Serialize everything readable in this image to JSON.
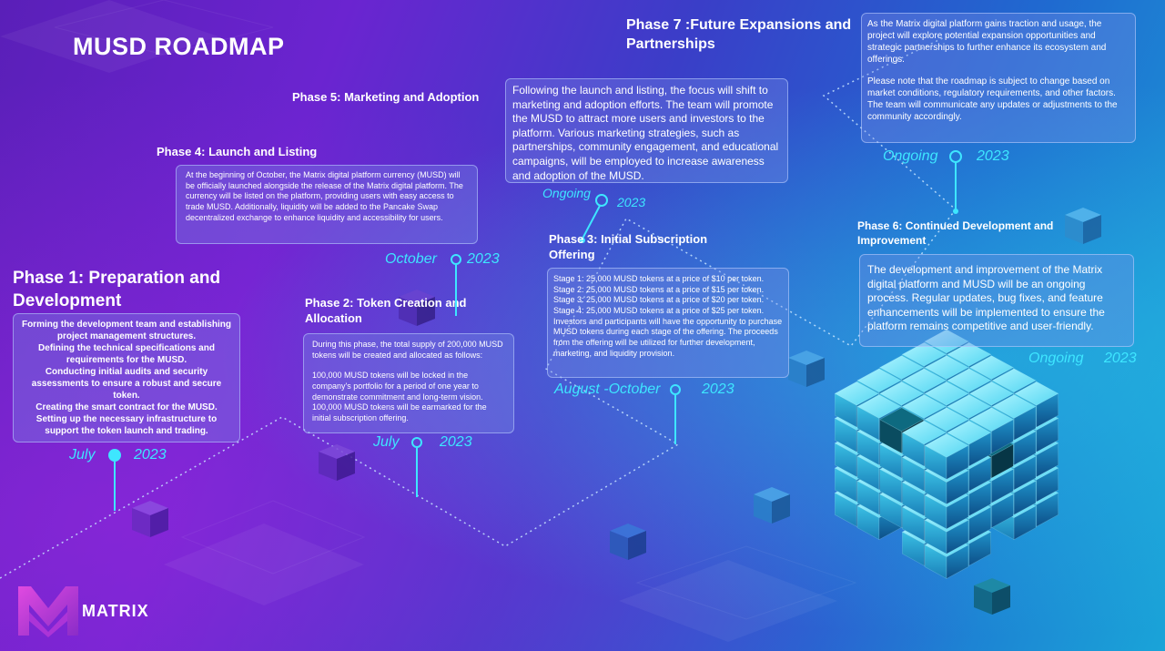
{
  "title": "MUSD ROADMAP",
  "phases": {
    "p1": {
      "heading": "Phase 1: Preparation and Development",
      "items": [
        "Forming the development team and establishing project management structures.",
        "Defining the technical specifications and requirements for the MUSD.",
        "Conducting initial audits and security assessments to ensure a robust and secure token.",
        "Creating the smart contract for the MUSD.",
        "Setting up the necessary infrastructure to support the token launch and trading."
      ],
      "month": "July",
      "year": "2023"
    },
    "p2": {
      "heading": "Phase 2: Token Creation and Allocation",
      "para1": "During this phase, the total supply of 200,000 MUSD tokens will be created and allocated as follows:",
      "para2": "100,000 MUSD tokens will be locked in the company's portfolio for a period of one year to demonstrate commitment and long-term vision. 100,000 MUSD tokens will be earmarked for the initial subscription offering.",
      "month": "July",
      "year": "2023"
    },
    "p3": {
      "heading": "Phase 3: Initial Subscription Offering",
      "stages": [
        "Stage 1: 25,000 MUSD tokens at a price of $10 per token.",
        "Stage 2: 25,000 MUSD tokens at a price of $15 per token.",
        "Stage 3: 25,000 MUSD tokens at a price of $20 per token.",
        "Stage 4: 25,000 MUSD tokens at a price of $25 per token."
      ],
      "text": "Investors and participants will have the opportunity to purchase MUSD tokens during each stage of the offering. The proceeds from the offering will be utilized for further development, marketing, and liquidity provision.",
      "month": "August -October",
      "year": "2023"
    },
    "p4": {
      "heading": "Phase 4: Launch and Listing",
      "text": "At the beginning of October, the Matrix digital platform currency (MUSD) will be officially launched alongside the release of the Matrix digital platform. The currency will be listed on the platform, providing users with easy access to trade MUSD. Additionally, liquidity will be added to the Pancake Swap decentralized exchange to enhance liquidity and accessibility for users.",
      "month": "October",
      "year": "2023"
    },
    "p5": {
      "heading": "Phase 5: Marketing and Adoption",
      "text": "Following the launch and listing, the focus will shift to marketing and adoption efforts. The team will promote the MUSD to attract more users and investors to the platform. Various marketing strategies, such as partnerships, community engagement, and educational campaigns, will be employed to increase awareness and adoption of the MUSD.",
      "month": "Ongoing",
      "year": "2023"
    },
    "p6": {
      "heading": "Phase 6: Continued Development and Improvement",
      "text": "The development and improvement of the Matrix digital platform and MUSD will be an ongoing process. Regular updates, bug fixes, and feature enhancements will be implemented to ensure the platform remains competitive and user-friendly.",
      "month": "Ongoing",
      "year": "2023"
    },
    "p7": {
      "heading": "Phase 7 :Future Expansions and Partnerships",
      "para1": "As the Matrix digital platform gains traction and usage, the project will explore potential expansion opportunities and strategic partnerships to further enhance its ecosystem and offerings.",
      "para2": "Please note that the roadmap is subject to change based on market conditions, regulatory requirements, and other factors. The team will communicate any updates or adjustments to the community accordingly.",
      "month": "Ongoing",
      "year": "2023"
    }
  },
  "logo": {
    "text": "MATRIX"
  },
  "colors": {
    "accent": "#3ee6ff",
    "panel": "#7b8ce6"
  }
}
